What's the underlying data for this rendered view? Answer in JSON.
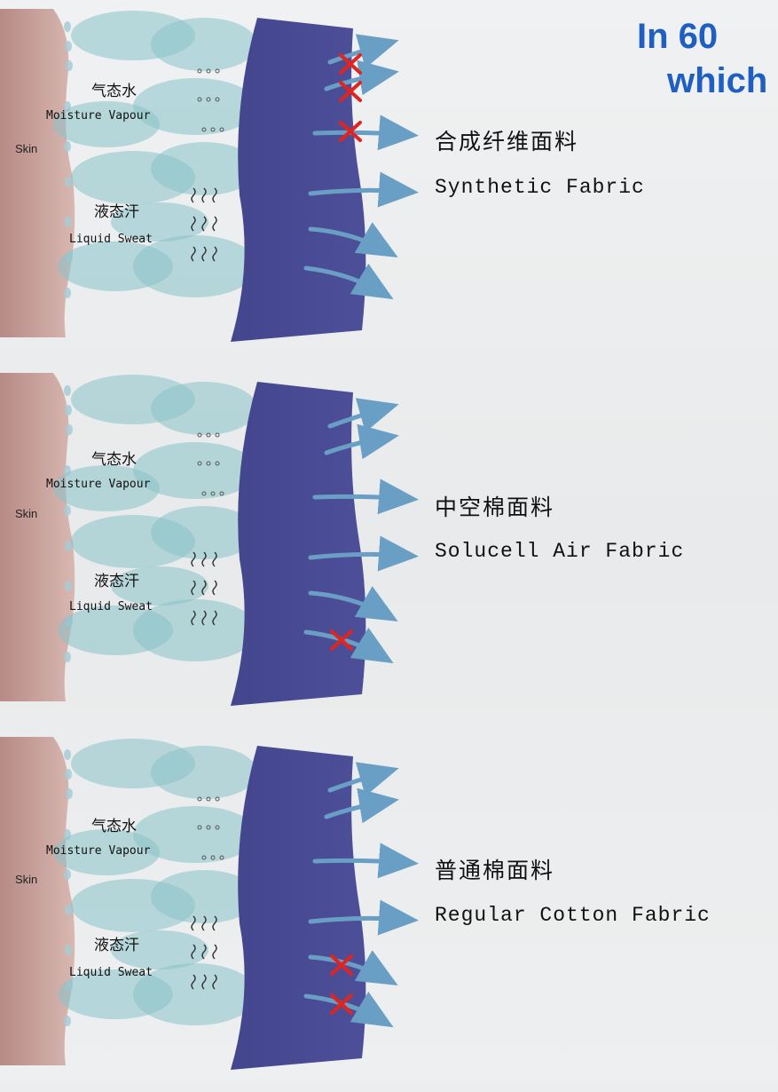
{
  "headline": {
    "line1": "In 60",
    "line2": "which"
  },
  "labels": {
    "skin": "Skin",
    "vapour_cn": "气态水",
    "vapour_en": "Moisture Vapour",
    "sweat_cn": "液态汗",
    "sweat_en": "Liquid Sweat"
  },
  "panels": [
    {
      "fabric_cn": "合成纤维面料",
      "fabric_en": "Synthetic Fabric",
      "blocked_arrows": 3
    },
    {
      "fabric_cn": "中空棉面料",
      "fabric_en": "Solucell Air Fabric",
      "blocked_arrows": 1
    },
    {
      "fabric_cn": "普通棉面料",
      "fabric_en": "Regular Cotton Fabric",
      "blocked_arrows": 2
    }
  ],
  "colors": {
    "headline": "#1f5fc2",
    "skin": "#c7a09a",
    "fabric": "#4d4f99",
    "vapour": "#88c2c8",
    "arrow": "#6a9fc5",
    "blocked_mark": "#e0241f"
  }
}
